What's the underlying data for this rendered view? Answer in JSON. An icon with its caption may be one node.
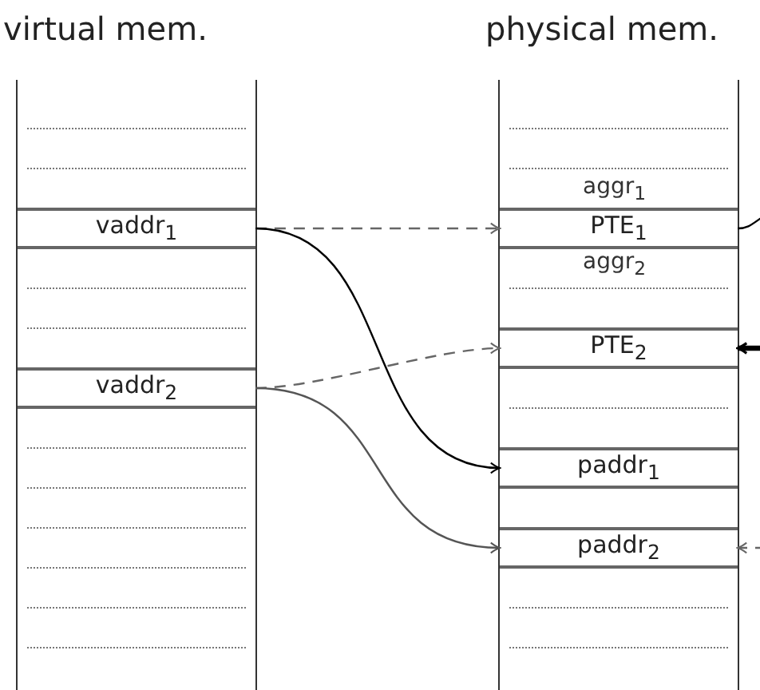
{
  "diagram": {
    "nodes": [
      {
        "text": [
          "virtual mem."
        ]
      },
      {
        "text": [
          "vaddr$_{1}$"
        ],
        "in": 0
      },
      {
        "text": [
          "vaddr$_{2}$"
        ],
        "in": 0
      },
      {
        "text": [
          "physical mem."
        ]
      },
      {
        "text": [
          "PTE$_{1}$"
        ],
        "in": 3
      },
      {
        "text": [
          "PTE$_{2}$"
        ],
        "in": 3
      },
      {
        "text": [
          "paddr$_{1}$"
        ],
        "in": 3
      },
      {
        "text": [
          "paddr$_{2}$"
        ],
        "in": 3
      }
    ],
    "edges": [
      {
        "from": 1,
        "to": 4,
        "arrow": "to",
        "style": "dashed",
        "color": "#666666"
      },
      {
        "from": 1,
        "to": 6,
        "arrow": "to",
        "color": "#000000"
      },
      {
        "from": 2,
        "to": 5,
        "arrow": "to",
        "style": "dashed",
        "color": "#666666"
      },
      {
        "from": 2,
        "to": 7,
        "arrow": "to",
        "color": "#555555"
      },
      {
        "from": 4,
        "to": null,
        "arrow": "none",
        "color": "#000000"
      },
      {
        "from": null,
        "to": 5,
        "arrow": "to",
        "style": "thick",
        "color": "#000000"
      },
      {
        "from": null,
        "to": 7,
        "arrow": "to",
        "style": "dashed",
        "color": "#666666"
      }
    ],
    "labels": [
      "aggr$_{1}$",
      "aggr$_{2}$"
    ]
  }
}
